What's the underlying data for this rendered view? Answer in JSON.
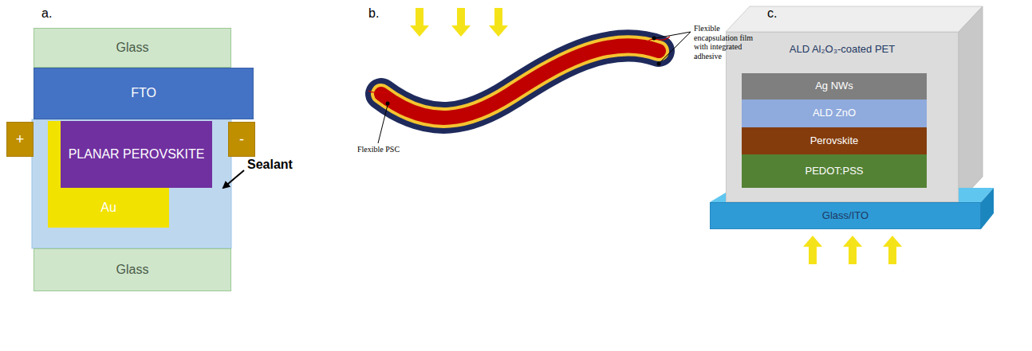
{
  "diagram": {
    "nodes": [
      {
        "text": [
          "Glass"
        ]
      },
      {
        "text": [
          "FTO"
        ]
      },
      {
        "text": [
          "+"
        ]
      },
      {
        "text": [
          "PLANAR PEROVSKITE"
        ]
      },
      {
        "text": [
          "-"
        ]
      },
      {
        "text": [
          "Au"
        ]
      },
      {
        "text": [
          "Glass"
        ]
      },
      {
        "text": [
          "ALD Al₂O₃-coated PET"
        ]
      },
      {
        "text": [
          "Ag NWs"
        ]
      },
      {
        "text": [
          "ALD ZnO"
        ]
      },
      {
        "text": [
          "Perovskite"
        ]
      },
      {
        "text": [
          "PEDOT:PSS"
        ]
      },
      {
        "text": [
          "Glass/ITO"
        ]
      }
    ],
    "labels": [
      "a.",
      "b.",
      "c.",
      "Sealant",
      "Flexible PSC",
      "Flexible encapsulation film with integrated adhesive"
    ]
  }
}
